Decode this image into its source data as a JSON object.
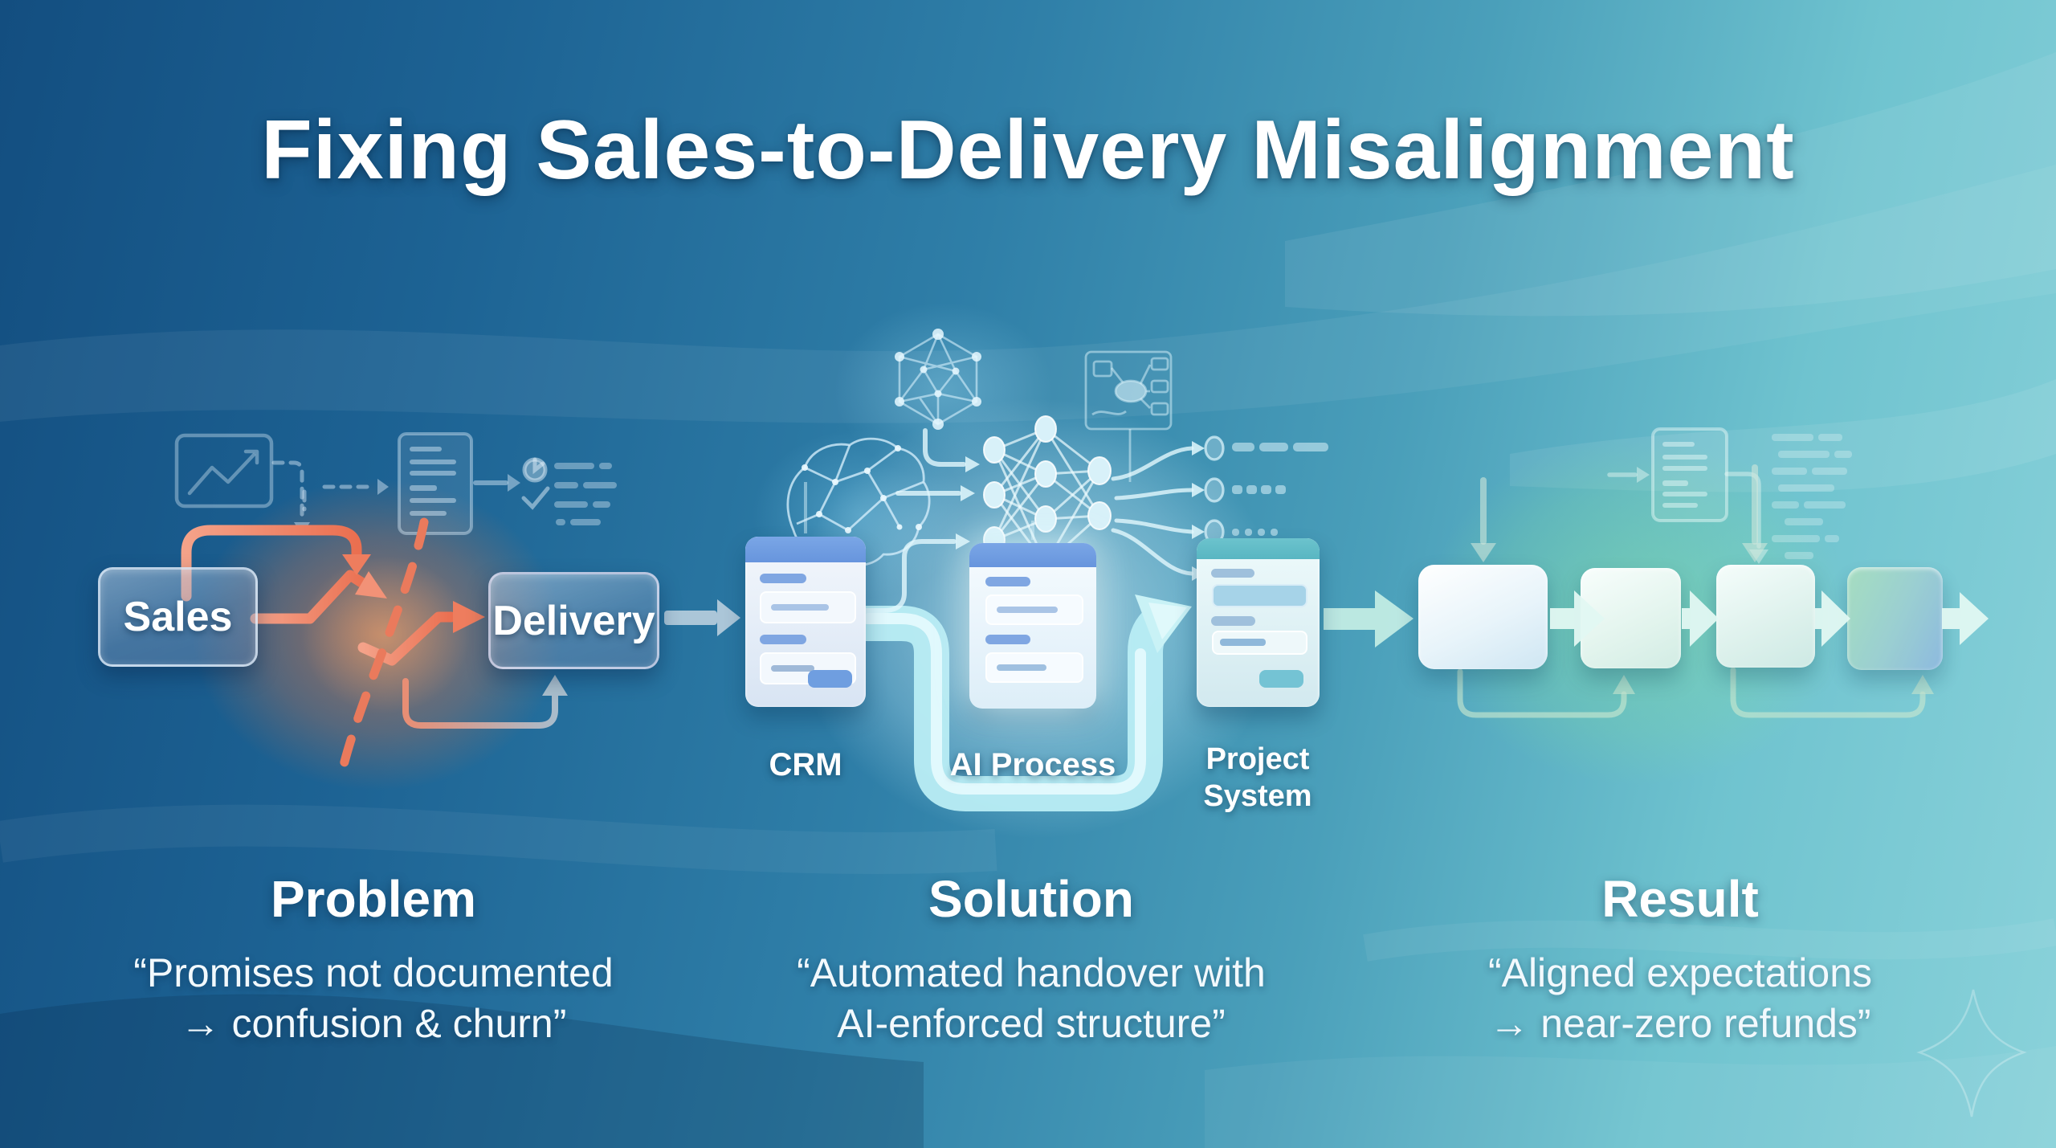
{
  "title": "Fixing Sales-to-Delivery Misalignment",
  "flow": {
    "sales_label": "Sales",
    "delivery_label": "Delivery",
    "crm_label": "CRM",
    "ai_label": "AI Process",
    "project_label": "Project System"
  },
  "sections": {
    "problem": {
      "heading": "Problem",
      "quote_line1": "“Promises not documented",
      "quote_line2": "→ confusion & churn”"
    },
    "solution": {
      "heading": "Solution",
      "quote_line1": "“Automated handover with",
      "quote_line2": "AI-enforced structure”"
    },
    "result": {
      "heading": "Result",
      "quote_line1": "“Aligned expectations",
      "quote_line2": "→ near-zero refunds”"
    }
  },
  "colors": {
    "background_left": "#134e80",
    "background_right": "#8ad2da",
    "broken_arrow_red": "#ef8368",
    "handover_pipe_cyan": "#b9edf4",
    "result_arrow_mint": "#e2f8f2",
    "card_header_blue": "#6f9ee0",
    "card_header_teal": "#5fbdc8",
    "glow_orange": "#ff7d3c",
    "glow_green": "#87e49b",
    "text_white": "#ffffff"
  },
  "icons": {
    "brain-icon": "wireframe AI brain",
    "mesh-network-icon": "polyhedral node mesh",
    "neural-network-icon": "layered neural net graph",
    "flow-panel-icon": "process diagram panel",
    "output-nodes-icon": "output nodes with data dashes",
    "chart-card-icon": "line chart card",
    "document-card-icon": "document with text lines",
    "pie-check-icon": "pie chart and checkmark",
    "code-lines-icon": "faint code lines",
    "sparkle-icon": "four point star outline",
    "broken-handoff-icon": "broken zigzag arrow with dashed split"
  }
}
